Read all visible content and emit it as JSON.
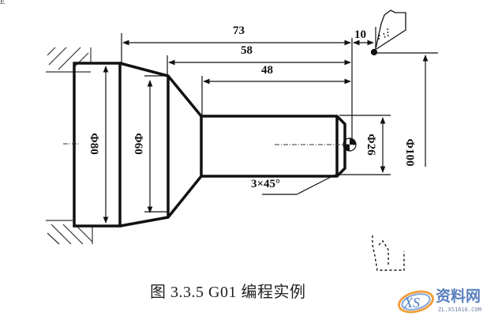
{
  "corner_mark": "E",
  "diagram": {
    "title": "G01 turning programming example drawing",
    "dimensions": {
      "len_73": "73",
      "len_58": "58",
      "len_48": "48",
      "len_10": "10",
      "dia_80": "Φ80",
      "dia_60": "Φ60",
      "dia_26": "Φ26",
      "dia_100": "Φ100",
      "chamfer": "3×45°"
    }
  },
  "caption": "图 3.3.5 G01 编程实例",
  "watermark": {
    "logo": "XS",
    "name": "资料网",
    "url": "ZL.XS1616.COM",
    "colors": {
      "blue": "#4d7cc4",
      "orange": "#f0a040"
    }
  }
}
